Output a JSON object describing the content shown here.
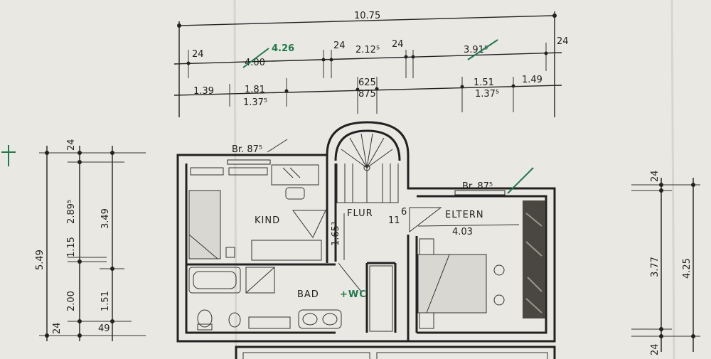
{
  "top_dims": {
    "overall": "10.75",
    "row1": {
      "d24a": "24",
      "d400": "4.00",
      "d426": "4.26",
      "d24b": "24",
      "d212": "2.12⁵",
      "d24c": "24",
      "d391": "3.91⁵",
      "d24d": "24"
    },
    "row2": {
      "d139": "1.39",
      "d181": "1.81",
      "d1375a": "1.37⁵",
      "d625": "625",
      "d875": "875",
      "d151": "1.51",
      "d1375b": "1.37⁵",
      "d149": "1.49"
    }
  },
  "left_dims": {
    "d24": "24",
    "d549": "5.49",
    "d2895": "2.89⁵",
    "d349": "3.49",
    "d115": "1.15",
    "d200": "2.00",
    "d151": "1.51",
    "d24b": "24",
    "d49": "49"
  },
  "right_dims": {
    "d24a": "24",
    "d377": "3.77",
    "d425": "4.25",
    "d24b": "24"
  },
  "rooms": {
    "kind": "KIND",
    "flur": "FLUR",
    "flur_steps": "11",
    "flur_sub": "6",
    "eltern": "ELTERN",
    "eltern_dim": "4.03",
    "bad": "BAD",
    "bad_add": "+WC",
    "flur_width": "1.65³"
  },
  "windows": {
    "kind": "Br. 87⁵",
    "eltern": "Br. 87⁵"
  },
  "colors": {
    "ink": "#1f1f1f",
    "green": "#1e7a4b",
    "paper": "#e9e8e3"
  }
}
